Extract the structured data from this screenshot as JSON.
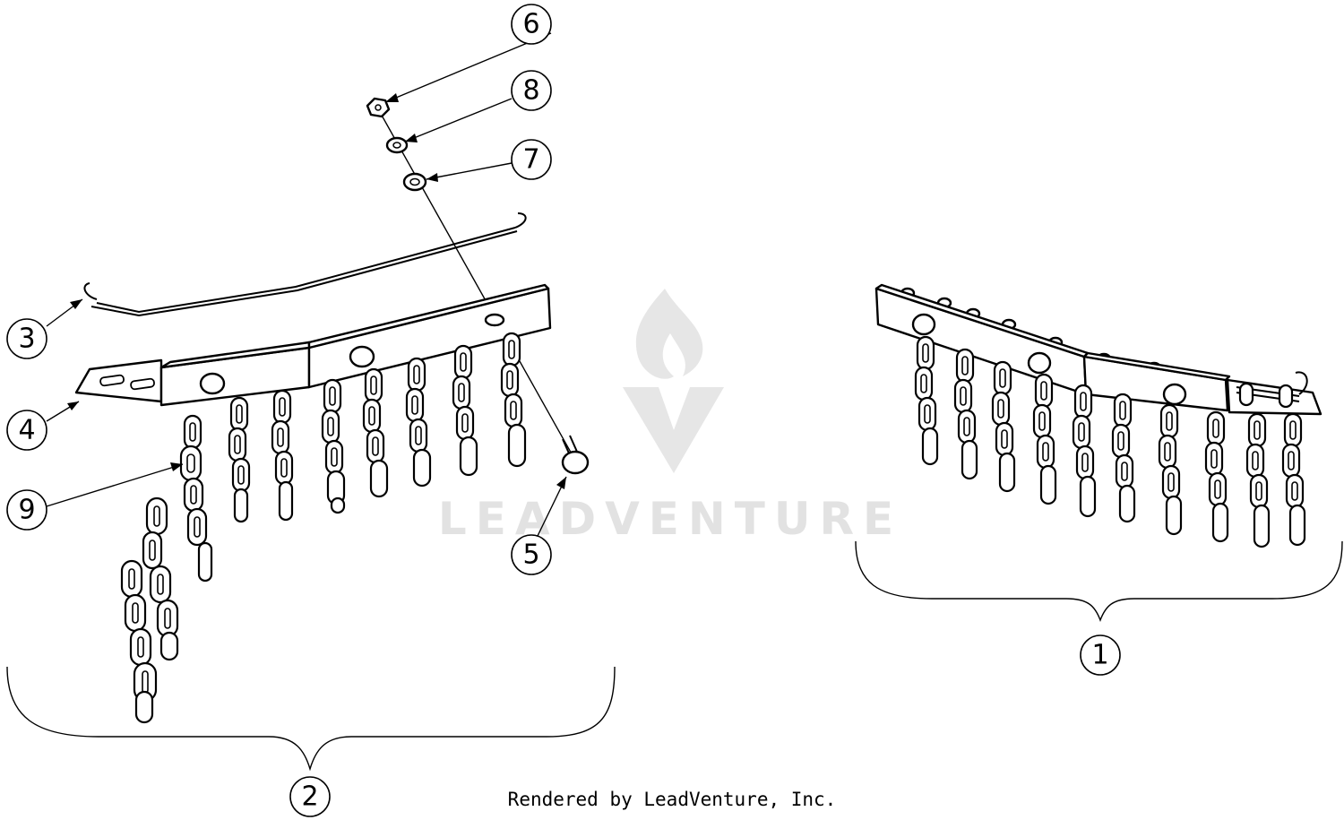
{
  "callouts": [
    {
      "label": "6"
    },
    {
      "label": "8"
    },
    {
      "label": "7"
    },
    {
      "label": "3"
    },
    {
      "label": "4"
    },
    {
      "label": "9"
    },
    {
      "label": "5"
    },
    {
      "label": "2"
    },
    {
      "label": "1"
    }
  ],
  "watermark": {
    "text": "LEADVENTURE",
    "logo_icon": "flame-v-logo-icon"
  },
  "footer": {
    "text": "Rendered by LeadVenture, Inc."
  },
  "colors": {
    "line": "#000000",
    "watermark": "#e2e2e2",
    "background": "#ffffff"
  }
}
